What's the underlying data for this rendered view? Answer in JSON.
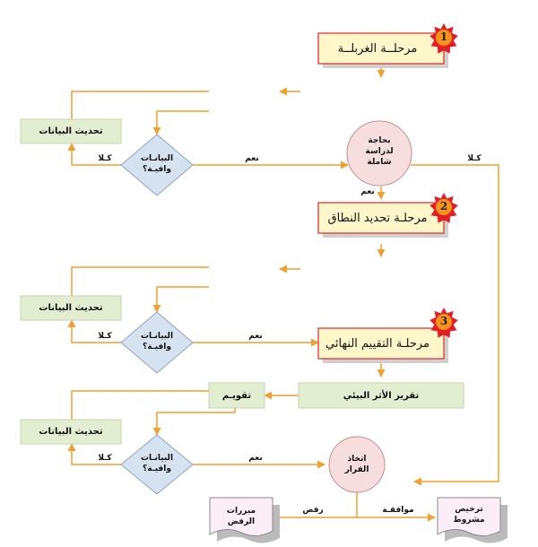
{
  "stages": {
    "s1": {
      "number": "1",
      "label": "مرحلــة الغربلــة"
    },
    "s2": {
      "number": "2",
      "label": "مرحلـة تحديد النطاق"
    },
    "s3": {
      "number": "3",
      "label": "مرحلـة التقييم النهائي"
    }
  },
  "data_update_label": "تحديث البيانات",
  "decisions": {
    "sufficient_line1": "البيانـات",
    "sufficient_line2": "وافيـة؟",
    "yes": "نعم",
    "no": "كـلا"
  },
  "needs_study": {
    "line1": "بحاجة",
    "line2": "لدراسة",
    "line3": "شاملة"
  },
  "report_label": "تقرير الأثر البيئي",
  "evaluation_label": "تقويـم",
  "final_decision": {
    "line1": "اتخاذ",
    "line2": "القرار"
  },
  "outcomes": {
    "reject_label": "رفض",
    "approve_label": "موافقـة",
    "rejection_doc_line1": "مبررات",
    "rejection_doc_line2": "الرفض",
    "permit_doc_line1": "ترخيص",
    "permit_doc_line2": "مشروط"
  },
  "colors": {
    "arrow": "#f0a030",
    "stage_fill": "#fff7c9",
    "stage_border": "#e1262c",
    "green_fill": "#e3edd2",
    "diamond_fill": "#d7e2f0",
    "circle_fill": "#f7dede",
    "star_fill": "#e21f26",
    "star_inner": "#f7941d",
    "doc_fill": "#fbeef7"
  }
}
